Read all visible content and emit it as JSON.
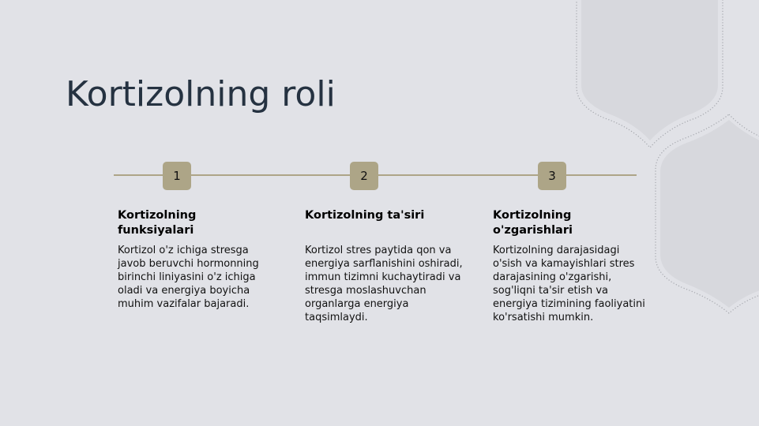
{
  "slide": {
    "title": "Kortizolning roli",
    "colors": {
      "background": "#e1e2e7",
      "title": "#253241",
      "accent": "#ada587",
      "decor_fill": "#d7d8dd",
      "decor_stroke": "#a5a7ad"
    },
    "steps": [
      {
        "number": "1",
        "title": "Kortizolning funksiyalari",
        "body": "Kortizol o'z ichiga stresga javob beruvchi hormonning birinchi liniyasini o'z ichiga oladi va energiya boyicha muhim vazifalar bajaradi."
      },
      {
        "number": "2",
        "title": "Kortizolning ta'siri",
        "body": "Kortizol stres paytida qon va energiya sarflanishini oshiradi, immun tizimni kuchaytiradi va stresga moslashuvchan organlarga energiya taqsimlaydi."
      },
      {
        "number": "3",
        "title": "Kortizolning o'zgarishlari",
        "body": "Kortizolning darajasidagi o'sish va kamayishlari stres darajasining o'zgarishi, sog'liqni ta'sir etish va energiya tizimining faoliyatini ko'rsatishi mumkin."
      }
    ]
  }
}
